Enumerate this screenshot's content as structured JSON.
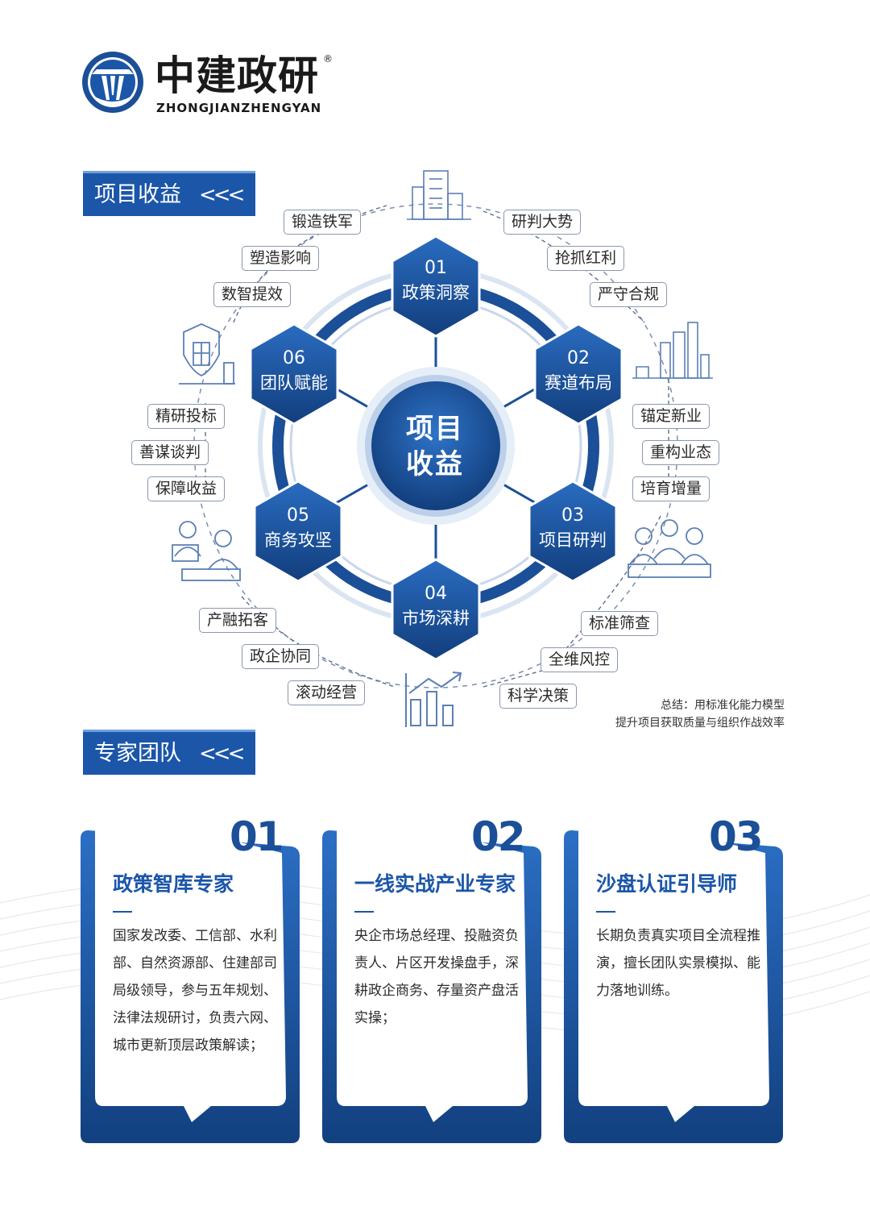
{
  "logo": {
    "name_cn": "中建政研",
    "name_en": "ZHONGJIANZHENGYAN",
    "registered": "®"
  },
  "sections": {
    "benefits_title": "项目收益",
    "team_title": "专家团队",
    "arrows": "<<<"
  },
  "diagram": {
    "center": [
      "项目",
      "收益"
    ],
    "nodes": [
      {
        "num": "01",
        "label": "政策洞察"
      },
      {
        "num": "02",
        "label": "赛道布局"
      },
      {
        "num": "03",
        "label": "项目研判"
      },
      {
        "num": "04",
        "label": "市场深耕"
      },
      {
        "num": "05",
        "label": "商务攻坚"
      },
      {
        "num": "06",
        "label": "团队赋能"
      }
    ],
    "tags": {
      "n01": [
        "研判大势",
        "抢抓红利",
        "严守合规"
      ],
      "n02": [
        "锚定新业",
        "重构业态",
        "培育增量"
      ],
      "n03": [
        "标准筛查",
        "全维风控",
        "科学决策"
      ],
      "n04": [
        "产融拓客",
        "政企协同",
        "滚动经营"
      ],
      "n05": [
        "精研投标",
        "善谋谈判",
        "保障收益"
      ],
      "n06": [
        "锻造铁军",
        "塑造影响",
        "数智提效"
      ]
    },
    "summary": [
      "总结：用标准化能力模型",
      "提升项目获取质量与组织作战效率"
    ],
    "icons": [
      "buildings-icon",
      "city-skyline-icon",
      "team-meeting-icon",
      "growth-chart-icon",
      "consultant-icon",
      "shield-building-icon"
    ]
  },
  "experts": [
    {
      "num": "01",
      "title": "政策智库专家",
      "body": "国家发改委、工信部、水利部、自然资源部、住建部司局级领导，参与五年规划、法律法规研讨，负责六网、城市更新顶层政策解读；"
    },
    {
      "num": "02",
      "title": "一线实战产业专家",
      "body": "央企市场总经理、投融资负责人、片区开发操盘手，深耕政企商务、存量资产盘活实操；"
    },
    {
      "num": "03",
      "title": "沙盘认证引导师",
      "body": "长期负责真实项目全流程推演，擅长团队实景模拟、能力落地训练。"
    }
  ],
  "colors": {
    "primary": "#1b56a8",
    "dark": "#12407f",
    "light": "#6fa0dd"
  }
}
